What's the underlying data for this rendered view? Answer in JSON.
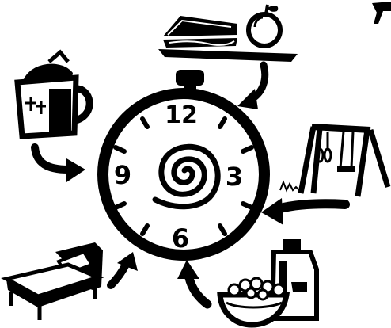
{
  "diagram": {
    "clock": {
      "numbers": {
        "top": "12",
        "right": "3",
        "bottom": "6",
        "left": "9"
      }
    },
    "activities": [
      {
        "name": "meal-tray",
        "icon": "sandwich-apple-tray-icon"
      },
      {
        "name": "playground",
        "icon": "swing-set-icon"
      },
      {
        "name": "breakfast",
        "icon": "cereal-milk-icon"
      },
      {
        "name": "sleep",
        "icon": "bed-icon"
      },
      {
        "name": "drink",
        "icon": "sippy-cup-icon"
      }
    ],
    "colors": {
      "ink": "#000000",
      "paper": "#ffffff"
    }
  }
}
